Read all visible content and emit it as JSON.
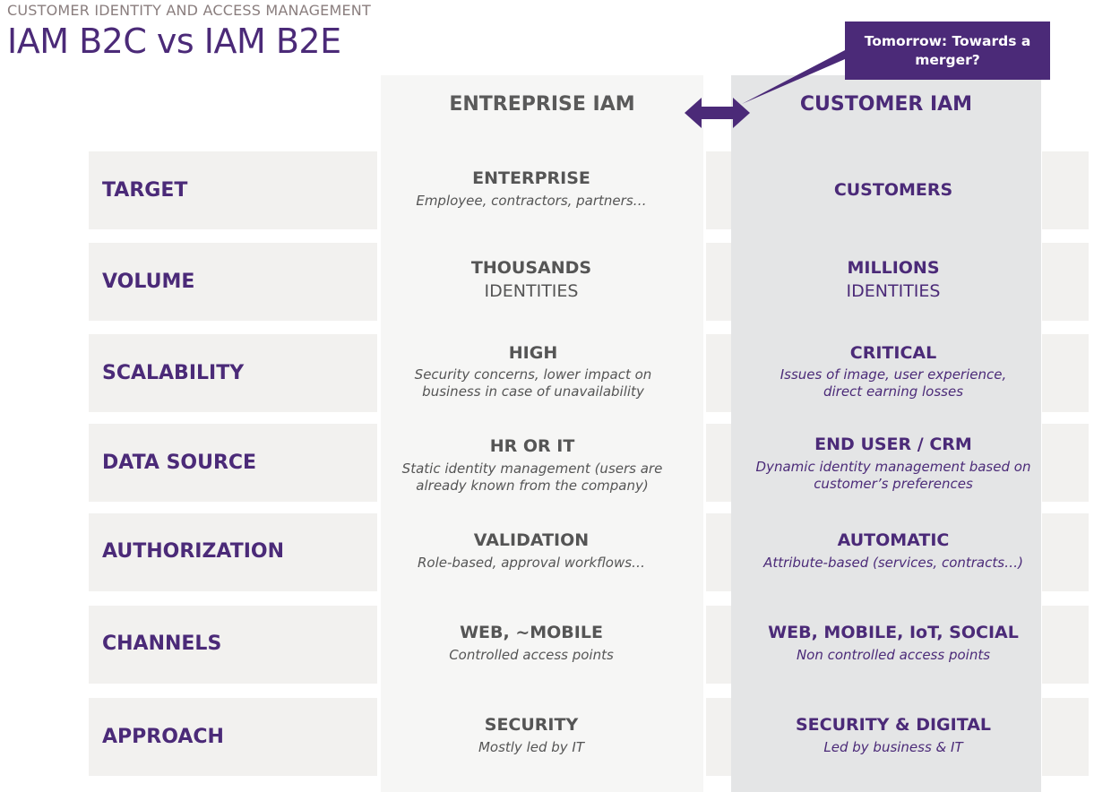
{
  "header": {
    "subtitle": "CUSTOMER IDENTITY AND ACCESS MANAGEMENT",
    "title": "IAM B2C vs IAM B2E"
  },
  "callout": {
    "text": "Tomorrow: Towards a merger?"
  },
  "columns": {
    "enterprise": "ENTREPRISE IAM",
    "customer": "CUSTOMER IAM"
  },
  "colors": {
    "purple": "#4b2a78",
    "gray_text": "#555555"
  },
  "icons": {
    "arrow": "double-arrow-icon"
  },
  "rows": [
    {
      "label": "TARGET",
      "enterprise": {
        "main": "ENTERPRISE",
        "desc": "Employee, contractors, partners…"
      },
      "customer": {
        "main": "CUSTOMERS"
      }
    },
    {
      "label": "VOLUME",
      "enterprise": {
        "main": "THOUSANDS",
        "main2": "IDENTITIES"
      },
      "customer": {
        "main": "MILLIONS",
        "main2": "IDENTITIES"
      }
    },
    {
      "label": "SCALABILITY",
      "enterprise": {
        "main": "HIGH",
        "desc": "Security concerns, lower impact on business in case of unavailability"
      },
      "customer": {
        "main": "CRITICAL",
        "desc": "Issues of image, user experience, direct earning losses"
      }
    },
    {
      "label": "DATA SOURCE",
      "enterprise": {
        "main": "HR OR IT",
        "desc": "Static identity management (users are already known from the company)"
      },
      "customer": {
        "main": "END USER / CRM",
        "desc": "Dynamic identity management based on customer’s preferences"
      }
    },
    {
      "label": "AUTHORIZATION",
      "enterprise": {
        "main": "VALIDATION",
        "desc": "Role-based, approval workflows…"
      },
      "customer": {
        "main": "AUTOMATIC",
        "desc": "Attribute-based (services, contracts…)"
      }
    },
    {
      "label": "CHANNELS",
      "enterprise": {
        "main": "WEB, ~MOBILE",
        "desc": "Controlled access points"
      },
      "customer": {
        "main": "WEB, MOBILE, IoT, SOCIAL",
        "desc": "Non controlled access points"
      }
    },
    {
      "label": "APPROACH",
      "enterprise": {
        "main": "SECURITY",
        "desc": "Mostly led by IT"
      },
      "customer": {
        "main": "SECURITY & DIGITAL",
        "desc": "Led by business & IT"
      }
    }
  ]
}
